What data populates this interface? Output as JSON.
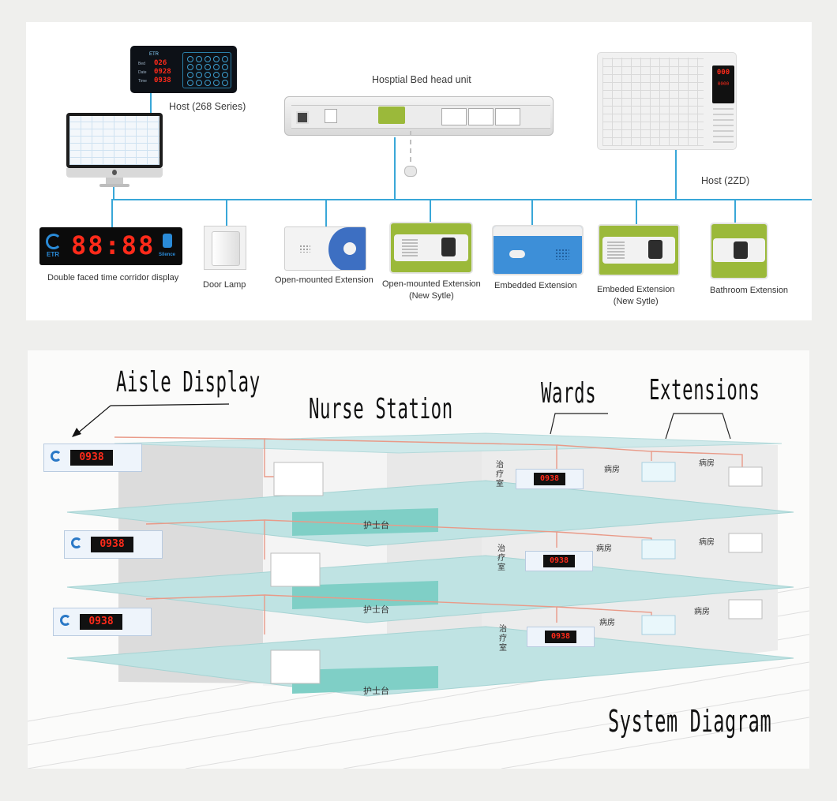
{
  "top": {
    "host_268": "Host (268 Series)",
    "bed_head_unit": "Hosptial Bed head unit",
    "host_2zd": "Host (2ZD)",
    "devices": [
      {
        "label": "Double faced time corridor display",
        "sub": ""
      },
      {
        "label": "Door Lamp",
        "sub": ""
      },
      {
        "label": "Open-mounted Extension",
        "sub": ""
      },
      {
        "label": "Open-mounted Extension",
        "sub": "(New Sytle)"
      },
      {
        "label": "Embedded Extension",
        "sub": ""
      },
      {
        "label": "Embeded Extension",
        "sub": "(New Sytle)"
      },
      {
        "label": "Bathroom Extension",
        "sub": ""
      }
    ],
    "corridor_digits": "88:88",
    "corridor_logo_text": "ETR",
    "corridor_right_text": "Silence",
    "host_268_rows": [
      {
        "name": "Bed",
        "value": "026"
      },
      {
        "name": "Date",
        "value": "0928"
      },
      {
        "name": "Time",
        "value": "0938"
      }
    ],
    "host_2zd_display": "000",
    "host_2zd_display2": "0000"
  },
  "diagram": {
    "aisle_display": "Aisle Display",
    "nurse_station": "Nurse Station",
    "wards": "Wards",
    "extensions": "Extensions",
    "system_diagram": "System Diagram",
    "display_digits": "0938",
    "nurse_desk": "护士台",
    "treatment_room": "治疗室",
    "ward_room": "病房"
  },
  "colors": {
    "bus": "#39a7d8",
    "digit_red": "#ff2a1a",
    "floor_teal": "#bfe3e3",
    "desk_teal": "#7fcfc6",
    "device_green": "#9bb93a",
    "device_blue": "#3d8fd8"
  }
}
